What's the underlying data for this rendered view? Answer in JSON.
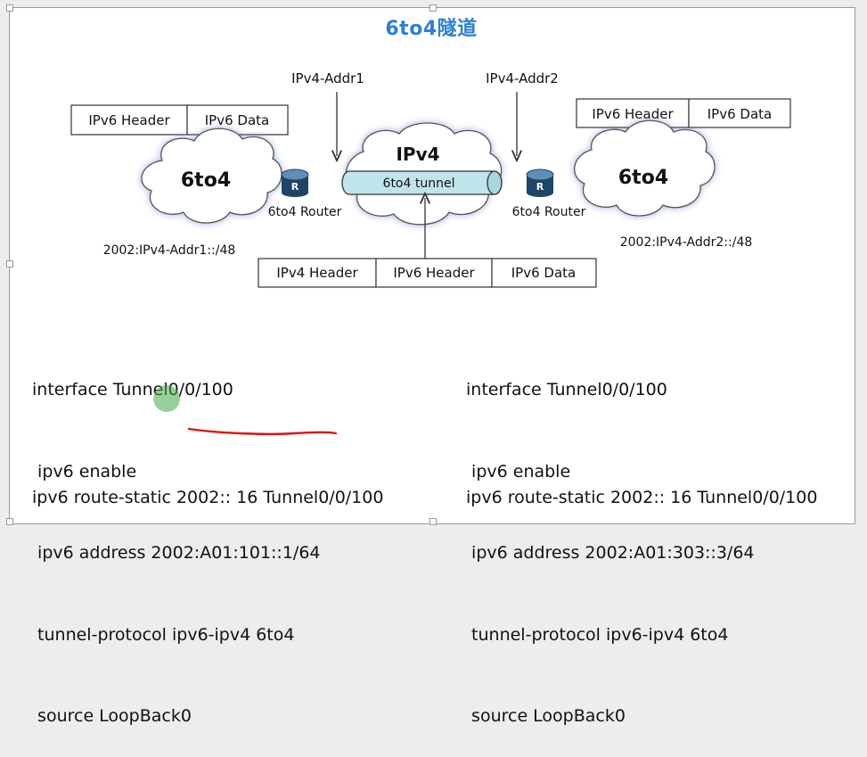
{
  "title": "6to4隧道",
  "top_labels": {
    "addr1": "IPv4-Addr1",
    "addr2": "IPv4-Addr2"
  },
  "left_packet": {
    "header": "IPv6 Header",
    "data": "IPv6 Data"
  },
  "right_packet": {
    "header": "IPv6 Header",
    "data": "IPv6 Data"
  },
  "clouds": {
    "left": "6to4",
    "center": "IPv4",
    "right": "6to4"
  },
  "tunnel_label": "6to4 tunnel",
  "routers": {
    "left": "6to4 Router",
    "right": "6to4 Router"
  },
  "prefixes": {
    "left": "2002:IPv4-Addr1::/48",
    "right": "2002:IPv4-Addr2::/48"
  },
  "bottom_packet": {
    "ipv4_header": "IPv4 Header",
    "ipv6_header": "IPv6 Header",
    "data": "IPv6 Data"
  },
  "config_left": {
    "lines": [
      "interface Tunnel0/0/100",
      " ipv6 enable",
      " ipv6 address 2002:A01:101::1/64",
      " tunnel-protocol ipv6-ipv4 6to4",
      " source LoopBack0"
    ],
    "route": "ipv6 route-static 2002:: 16 Tunnel0/0/100"
  },
  "config_right": {
    "lines": [
      "interface Tunnel0/0/100",
      " ipv6 enable",
      " ipv6 address 2002:A01:303::3/64",
      " tunnel-protocol ipv6-ipv4 6to4",
      " source LoopBack0"
    ],
    "route": "ipv6 route-static 2002:: 16 Tunnel0/0/100"
  },
  "colors": {
    "title": "#2a7fd8",
    "tunnel_fill": "#bfe4ea",
    "router": "#2e5c84",
    "annotation": "#e01010",
    "cursor": "#4caa4c"
  }
}
